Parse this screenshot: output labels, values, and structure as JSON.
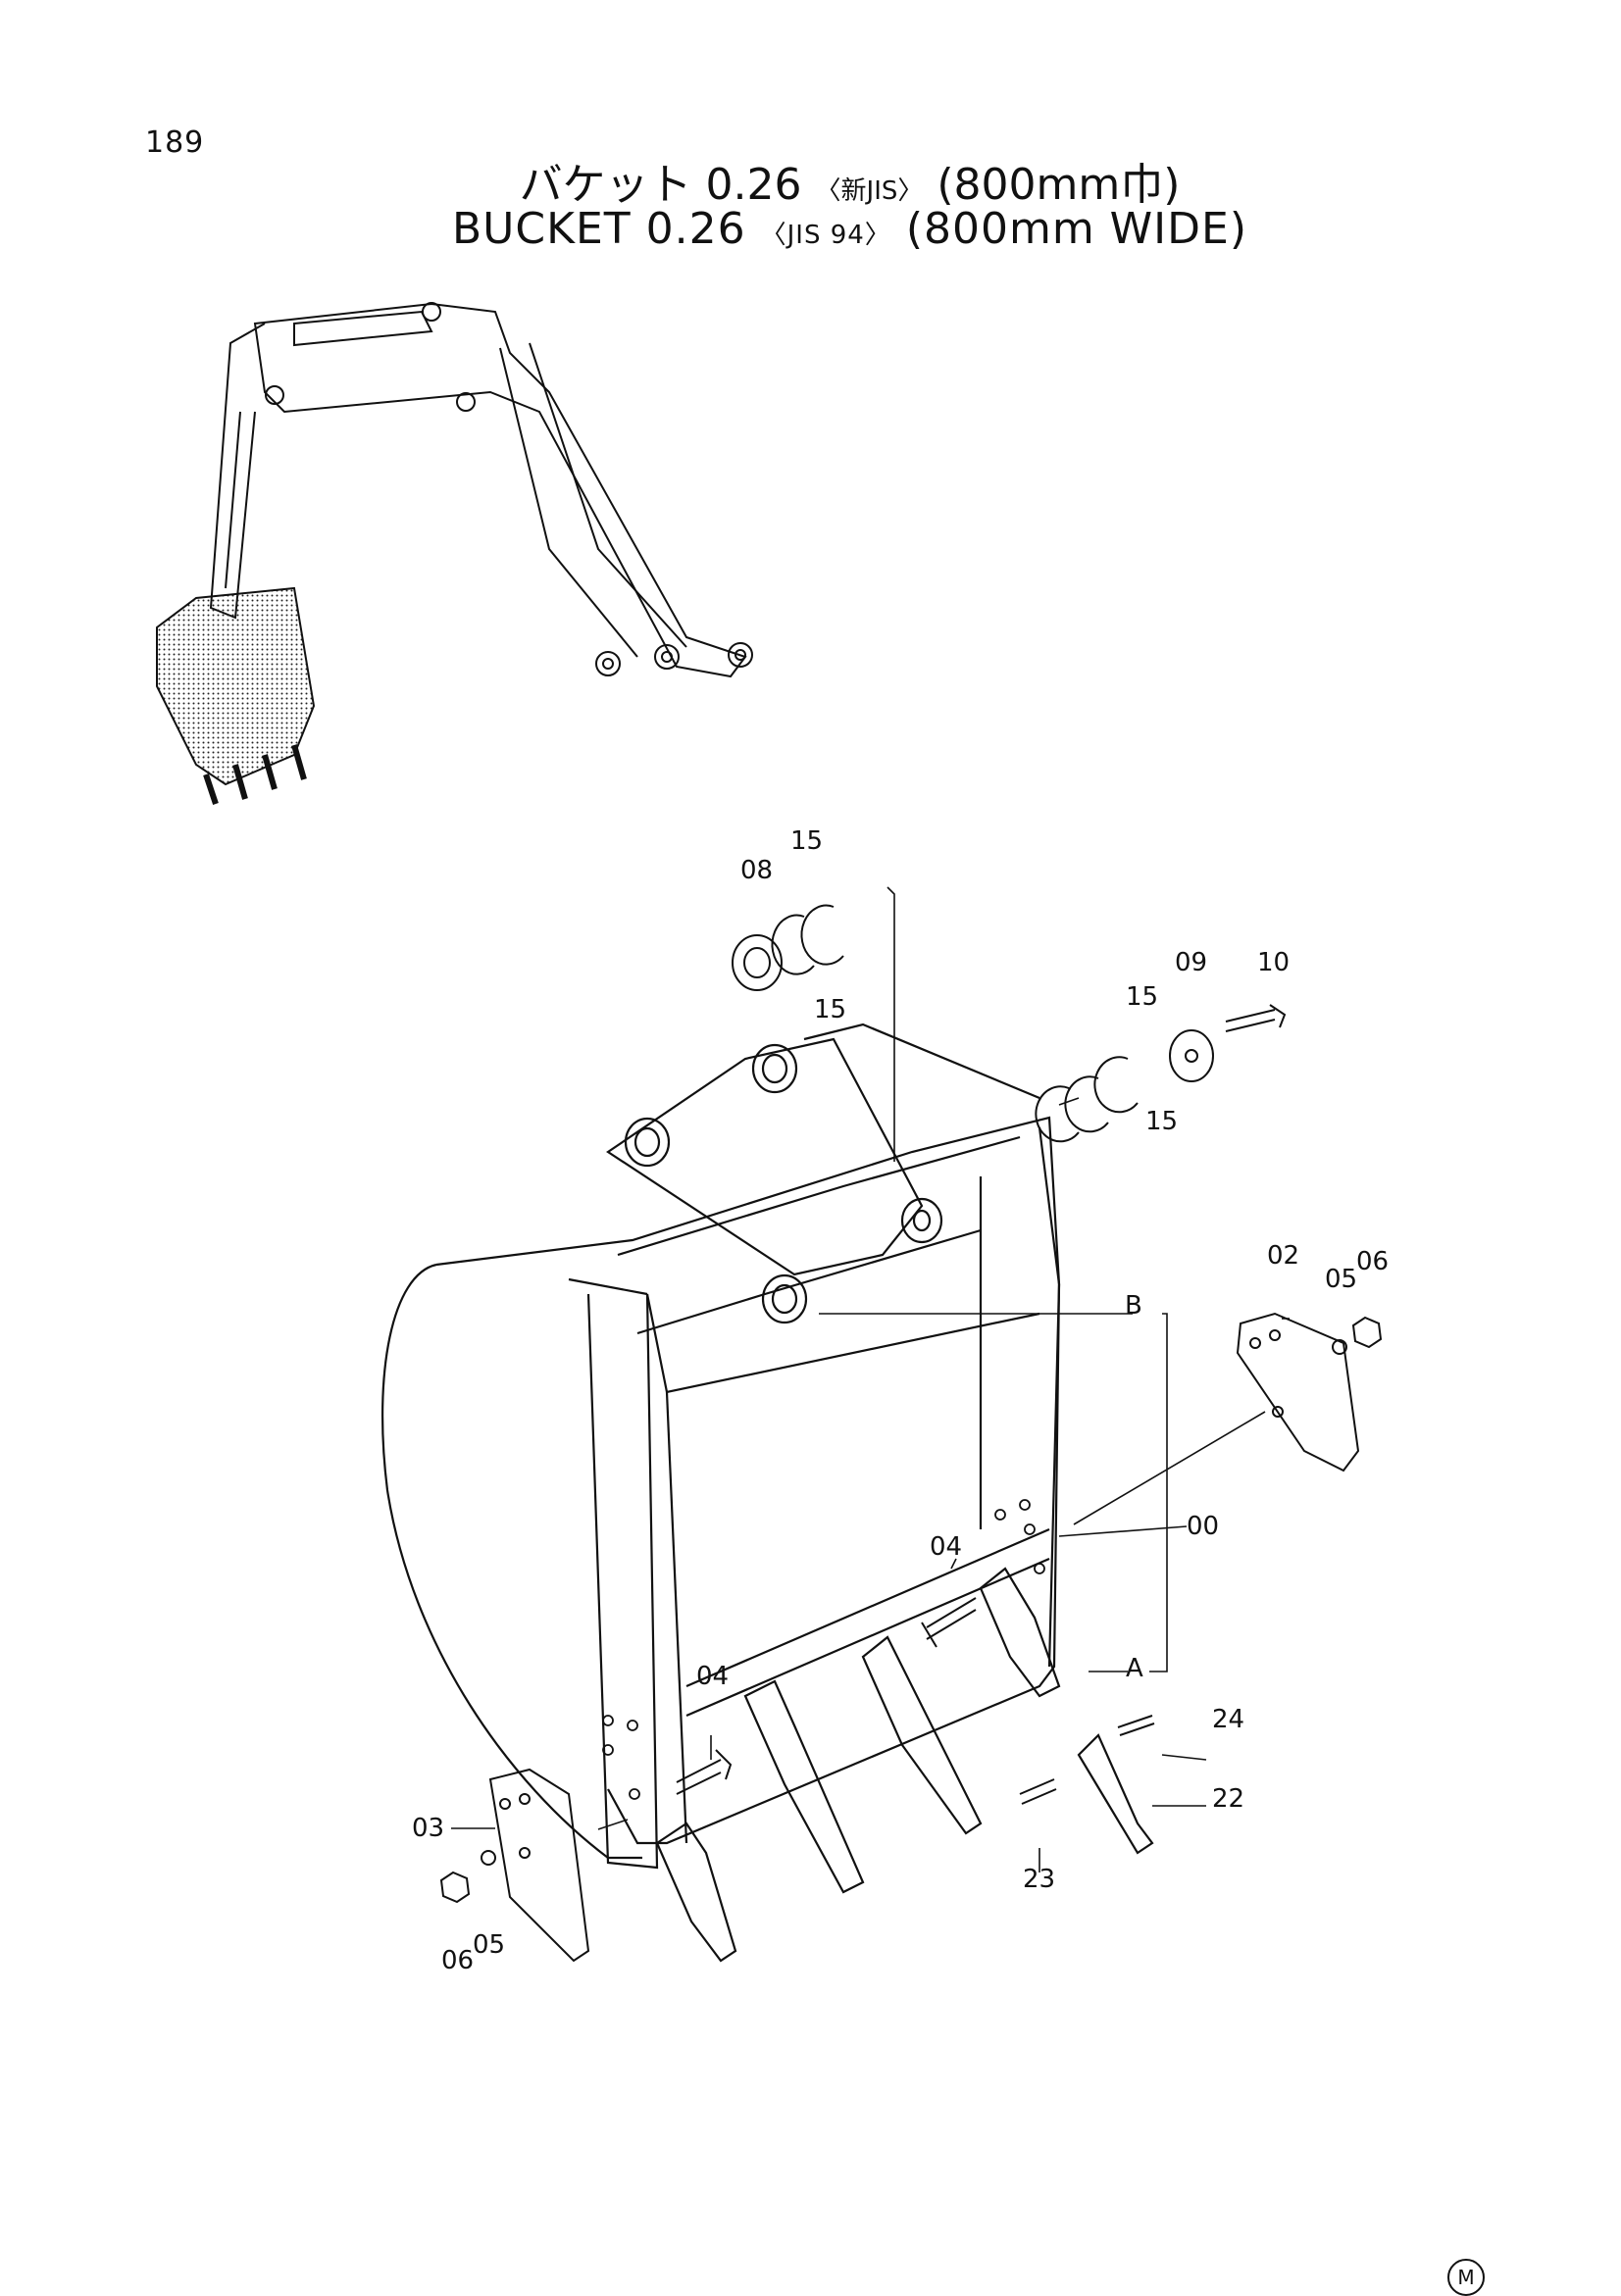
{
  "page_number": "189",
  "title_jp": {
    "main": "バケット 0.26",
    "sub": "〈新JIS〉",
    "tail": "(800mm巾)"
  },
  "title_en": {
    "main": "BUCKET 0.26",
    "sub": "〈JIS 94〉",
    "tail": "(800mm WIDE)"
  },
  "callouts": {
    "c00": "00",
    "c02": "02",
    "c03": "03",
    "c04a": "04",
    "c04b": "04",
    "c05a": "05",
    "c05b": "05",
    "c06a": "06",
    "c06b": "06",
    "c08": "08",
    "c09": "09",
    "c10": "10",
    "c15a": "15",
    "c15b": "15",
    "c15c": "15",
    "c15d": "15",
    "c22": "22",
    "c23": "23",
    "c24": "24",
    "ref_a": "A",
    "ref_b": "B"
  },
  "corner_mark": "M"
}
